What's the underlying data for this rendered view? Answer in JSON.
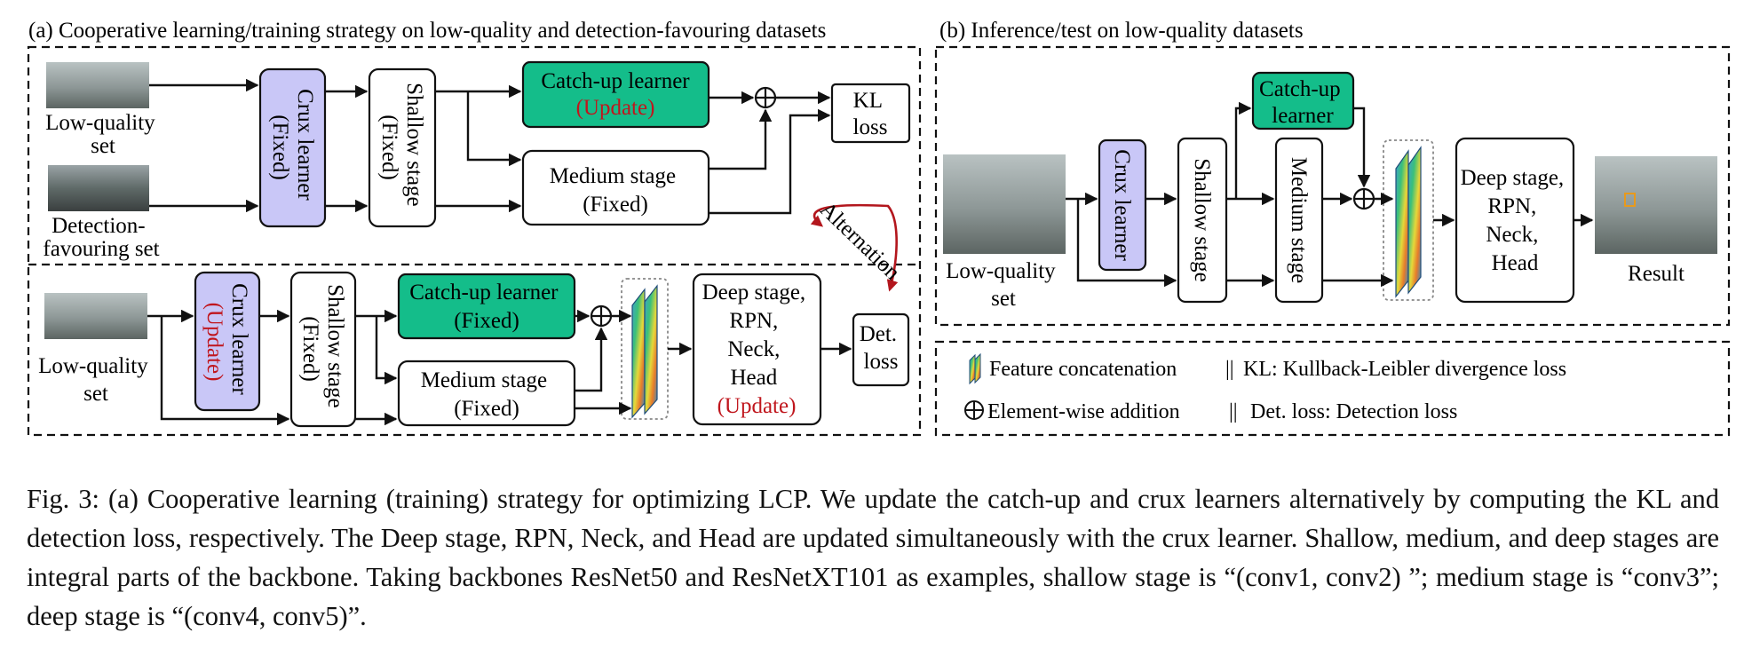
{
  "panel_a": {
    "title": "(a) Cooperative learning/training strategy on low-quality  and detection-favouring datasets",
    "top": {
      "low_quality_set": [
        "Low-quality",
        "set"
      ],
      "detection_favouring_set": [
        "Detection-",
        "favouring set"
      ],
      "crux_learner": [
        "Crux learner",
        "(Fixed)"
      ],
      "shallow_stage": [
        "Shallow stage",
        "(Fixed)"
      ],
      "catch_up_learner": "Catch-up learner",
      "catch_up_status": "(Update)",
      "medium_stage": [
        "Medium stage",
        "(Fixed)"
      ],
      "kl_loss": [
        "KL",
        "loss"
      ]
    },
    "alternation": "Alternation",
    "bottom": {
      "low_quality_set": [
        "Low-quality",
        "set"
      ],
      "crux_learner": "Crux learner",
      "crux_status": "(Update)",
      "shallow_stage": [
        "Shallow stage",
        "(Fixed)"
      ],
      "catch_up_learner": [
        "Catch-up learner",
        "(Fixed)"
      ],
      "medium_stage": [
        "Medium stage",
        "(Fixed)"
      ],
      "deep_stage": [
        "Deep stage,",
        "RPN,",
        "Neck,",
        "Head"
      ],
      "deep_status": "(Update)",
      "det_loss": [
        "Det.",
        "loss"
      ]
    }
  },
  "panel_b": {
    "title": "(b) Inference/test on low-quality datasets",
    "low_quality_set": [
      "Low-quality",
      "set"
    ],
    "crux_learner": "Crux learner",
    "shallow_stage": "Shallow stage",
    "catch_up_learner": [
      "Catch-up",
      "learner"
    ],
    "medium_stage": "Medium stage",
    "deep_stage": [
      "Deep stage,",
      "RPN,",
      "Neck,",
      "Head"
    ],
    "result": "Result"
  },
  "legend": {
    "feature_concat": "Feature concatenation",
    "kl_def": "KL: Kullback-Leibler divergence loss",
    "element_add": "Element-wise addition",
    "det_def": "Det. loss: Detection loss",
    "separator": "||"
  },
  "caption": "Fig. 3: (a) Cooperative learning (training) strategy for optimizing LCP. We update the catch-up and crux learners alternatively by computing the KL and detection loss, respectively. The Deep stage, RPN, Neck, and Head are updated simultaneously with the crux learner. Shallow, medium, and deep stages are integral parts of the backbone. Taking backbones ResNet50 and ResNetXT101 as examples, shallow stage is “(conv1, conv2) ”; medium stage is “conv3”; deep stage is “(conv4, conv5)”.",
  "colors": {
    "crux_fill": "#c9c7f7",
    "catch_up_fill": "#14bd8a",
    "update_text": "#c0161d",
    "alternation_arrow": "#b3161d"
  }
}
